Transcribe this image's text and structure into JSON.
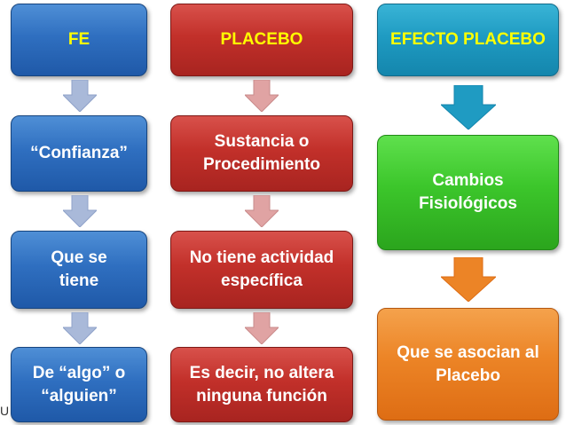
{
  "columns": [
    {
      "header": "FE",
      "items": [
        "“Confianza”",
        "Que se tiene",
        "De “algo” o “alguien”"
      ]
    },
    {
      "header": "PLACEBO",
      "items": [
        "Sustancia o Procedimiento",
        "No tiene actividad específica",
        "Es decir, no altera ninguna función"
      ]
    },
    {
      "header": "EFECTO PLACEBO",
      "items": [
        "Cambios Fisiológicos",
        "Que se asocian al Placebo"
      ]
    }
  ],
  "corner_text": "U",
  "colors": {
    "fe_box": "#2f6fc0",
    "placebo_box": "#c2302a",
    "efecto_header_box": "#1f9bc2",
    "efecto_middle_box": "#3cc62b",
    "efecto_bottom_box": "#ec8426",
    "header_text": "#ffff00",
    "fe_arrow": "#a9b9d9",
    "placebo_arrow": "#e0a3a3",
    "efecto_arrow_blue": "#1f9bc2",
    "efecto_arrow_orange": "#ec8426"
  }
}
